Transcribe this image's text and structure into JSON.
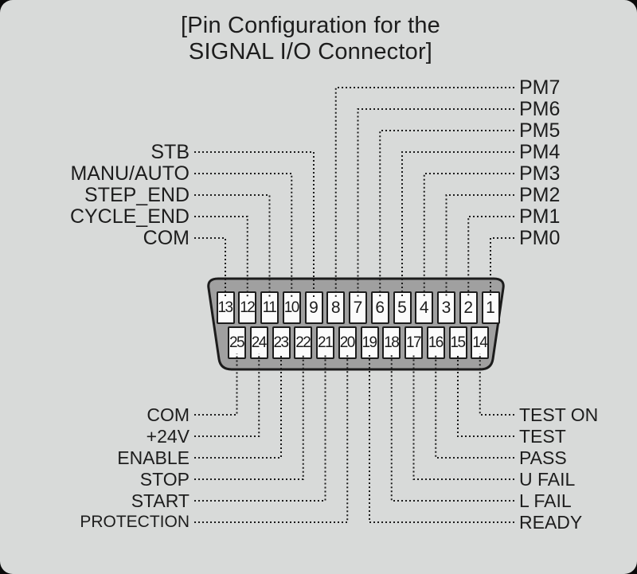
{
  "title": {
    "line1": "[Pin Configuration for the",
    "line2": "SIGNAL I/O Connector]"
  },
  "connector": {
    "name": "SIGNAL I/O Connector",
    "top_row_pins": [
      13,
      12,
      11,
      10,
      9,
      8,
      7,
      6,
      5,
      4,
      3,
      2,
      1
    ],
    "bottom_row_pins": [
      25,
      24,
      23,
      22,
      21,
      20,
      19,
      18,
      17,
      16,
      15,
      14
    ]
  },
  "labels": {
    "upper_left": [
      {
        "text": "STB",
        "pin": 9
      },
      {
        "text": "MANU/AUTO",
        "pin": 10
      },
      {
        "text": "STEP_END",
        "pin": 11
      },
      {
        "text": "CYCLE_END",
        "pin": 12
      },
      {
        "text": "COM",
        "pin": 13
      }
    ],
    "upper_right": [
      {
        "text": "PM7",
        "pin": 8
      },
      {
        "text": "PM6",
        "pin": 7
      },
      {
        "text": "PM5",
        "pin": 6
      },
      {
        "text": "PM4",
        "pin": 5
      },
      {
        "text": "PM3",
        "pin": 4
      },
      {
        "text": "PM2",
        "pin": 3
      },
      {
        "text": "PM1",
        "pin": 2
      },
      {
        "text": "PM0",
        "pin": 1
      }
    ],
    "lower_left": [
      {
        "text": "COM",
        "pin": 25
      },
      {
        "text": "+24V",
        "pin": 24
      },
      {
        "text": "ENABLE",
        "pin": 23
      },
      {
        "text": "STOP",
        "pin": 22
      },
      {
        "text": "START",
        "pin": 21
      },
      {
        "text": "PROTECTION",
        "pin": 20
      }
    ],
    "lower_right": [
      {
        "text": "TEST ON",
        "pin": 14
      },
      {
        "text": "TEST",
        "pin": 15
      },
      {
        "text": "PASS",
        "pin": 16
      },
      {
        "text": "U FAIL",
        "pin": 17
      },
      {
        "text": "L FAIL",
        "pin": 18
      },
      {
        "text": "READY",
        "pin": 19
      }
    ]
  },
  "colors": {
    "background": "#d8dad9",
    "connector_fill": "#a0a0a0",
    "outline": "#1c1c1c",
    "pin_fill": "#fbfbfb",
    "text": "#1d1d1d"
  }
}
